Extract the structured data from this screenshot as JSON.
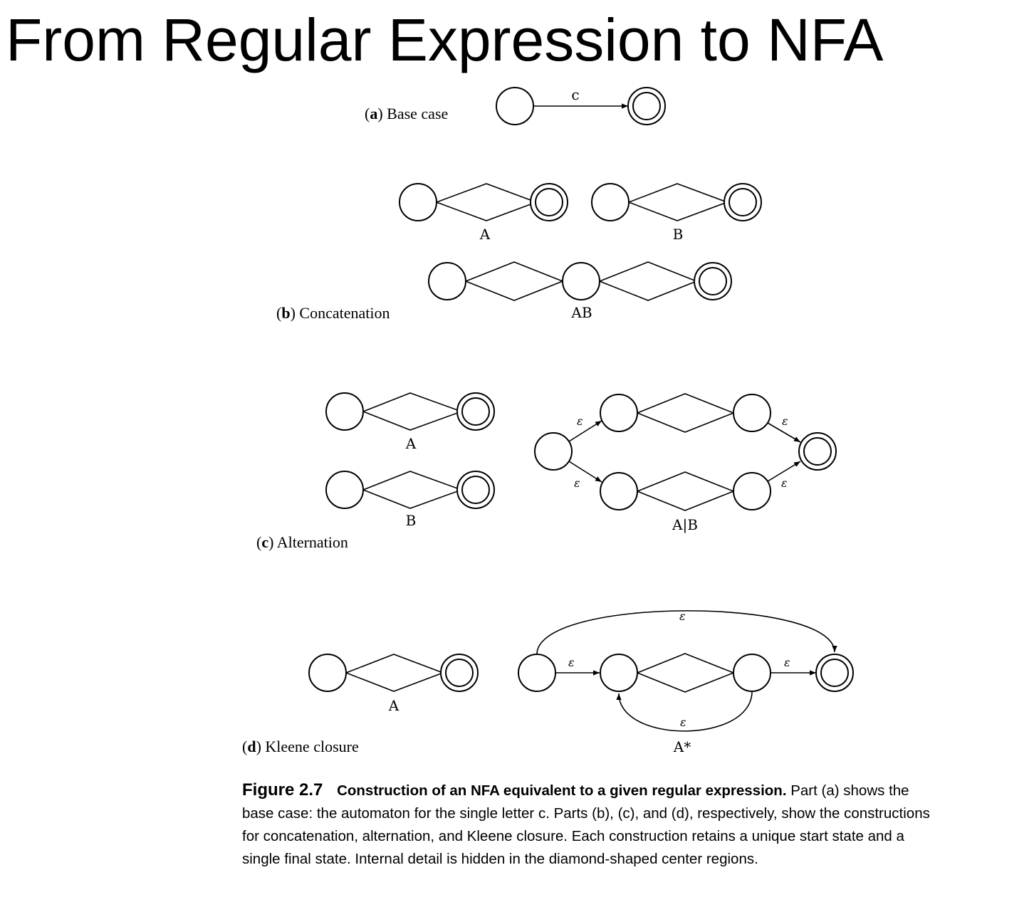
{
  "title": "From Regular Expression to NFA",
  "parts": {
    "a": {
      "tag": "a",
      "name": "Base case",
      "symbol": "c"
    },
    "b": {
      "tag": "b",
      "name": "Concatenation",
      "left": "A",
      "right": "B",
      "result": "AB"
    },
    "c": {
      "tag": "c",
      "name": "Alternation",
      "top": "A",
      "bottom": "B",
      "result": "A|B"
    },
    "d": {
      "tag": "d",
      "name": "Kleene closure",
      "base": "A",
      "result": "A*"
    }
  },
  "epsilon": "ε",
  "caption": {
    "figure": "Figure 2.7",
    "lead": "Construction of an NFA equivalent to a given regular expression.",
    "body": "Part (a) shows the base case: the automaton for the single letter c. Parts (b), (c), and (d), respectively, show the constructions for concatenation, alternation, and Kleene closure. Each construction retains a unique start state and a single final state. Internal detail is hidden in the diamond-shaped center regions."
  }
}
